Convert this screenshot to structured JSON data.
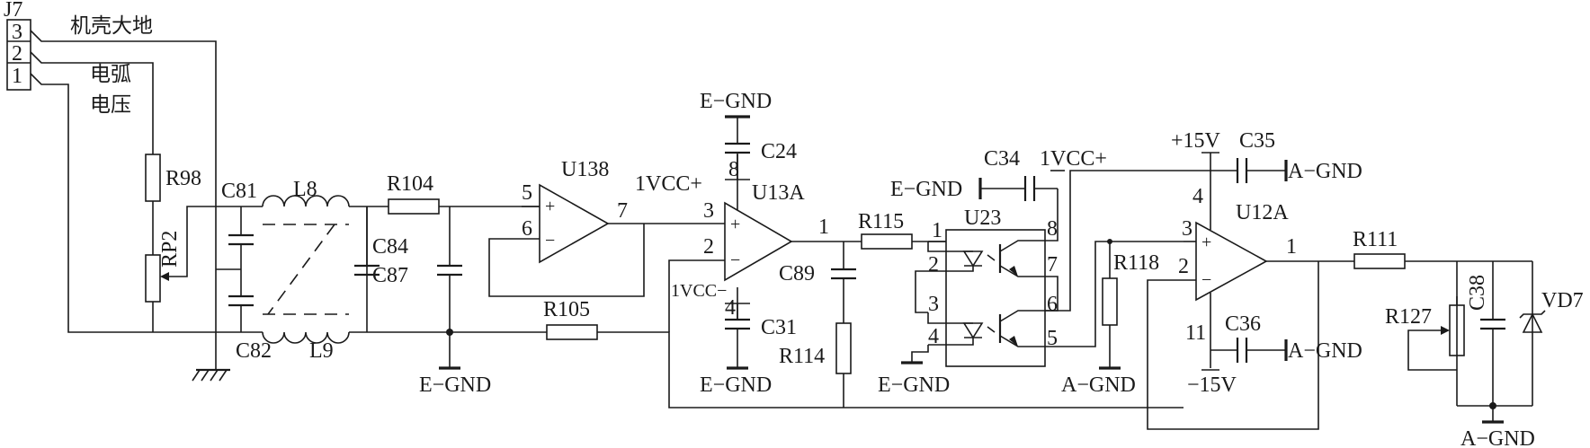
{
  "diagram": {
    "connector": {
      "ref": "J7",
      "pins": [
        "3",
        "2",
        "1"
      ]
    },
    "notes": {
      "chassis_ground": "机壳大地",
      "arc_voltage_line1": "电弧",
      "arc_voltage_line2": "电压"
    },
    "labels": {
      "R98": "R98",
      "RP2": "RP2",
      "C81": "C81",
      "C82": "C82",
      "L8": "L8",
      "L9": "L9",
      "R104": "R104",
      "C84": "C84",
      "C87": "C87",
      "R105": "R105",
      "U138": "U138",
      "U13A": "U13A",
      "C24": "C24",
      "C31": "C31",
      "C89": "C89",
      "R114": "R114",
      "R115": "R115",
      "U23": "U23",
      "C34": "C34",
      "R118": "R118",
      "U12A": "U12A",
      "C35": "C35",
      "C36": "C36",
      "R111": "R111",
      "R127": "R127",
      "C38": "C38",
      "VD7": "VD7"
    },
    "nets": {
      "egnd": "E−GND",
      "agnd": "A−GND",
      "vcc1": "1VCC+",
      "vcc1_neg": "1VCC−",
      "p15v": "+15V",
      "n15v": "−15V"
    },
    "pins": {
      "u138_in_p": "5",
      "u138_in_n": "6",
      "u138_out": "7",
      "u13a_v": "8",
      "u13a_in_p": "3",
      "u13a_in_n": "2",
      "u13a_gnd": "4",
      "u13a_out": "1",
      "u23_p1": "1",
      "u23_p2": "2",
      "u23_p3": "3",
      "u23_p4": "4",
      "u23_p5": "5",
      "u23_p6": "6",
      "u23_p7": "7",
      "u23_p8": "8",
      "u12a_v": "4",
      "u12a_in_p": "3",
      "u12a_in_n": "2",
      "u12a_gnd": "11",
      "u12a_out": "1"
    },
    "opamp_signs": {
      "plus": "+",
      "minus": "−"
    }
  }
}
